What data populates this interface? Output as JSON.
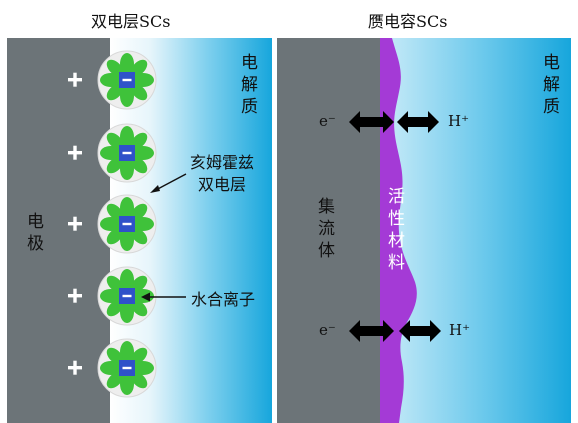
{
  "edl_panel": {
    "title": "双电层SCs",
    "electrode_label": "电\n极",
    "electrolyte_label": "电\n解\n质",
    "helmholtz_label": "亥姆霍兹\n双电层",
    "hydrated_ion_label": "水合离子",
    "plus_sign": "+",
    "anion_sign": "−",
    "ion_count": 5
  },
  "pseudo_panel": {
    "title": "赝电容SCs",
    "collector_label": "集\n流\n体",
    "active_material_label": "活\n性\n材\n料",
    "electrolyte_label": "电\n解\n质",
    "electron_label": "e⁻",
    "proton_label": "H⁺"
  },
  "colors": {
    "electrode_gray": "#6c7478",
    "electrolyte_blue": "#19a9dd",
    "active_material": "#a43ad6",
    "ion_green": "#3fc23a",
    "ion_blue": "#2f52c9"
  }
}
